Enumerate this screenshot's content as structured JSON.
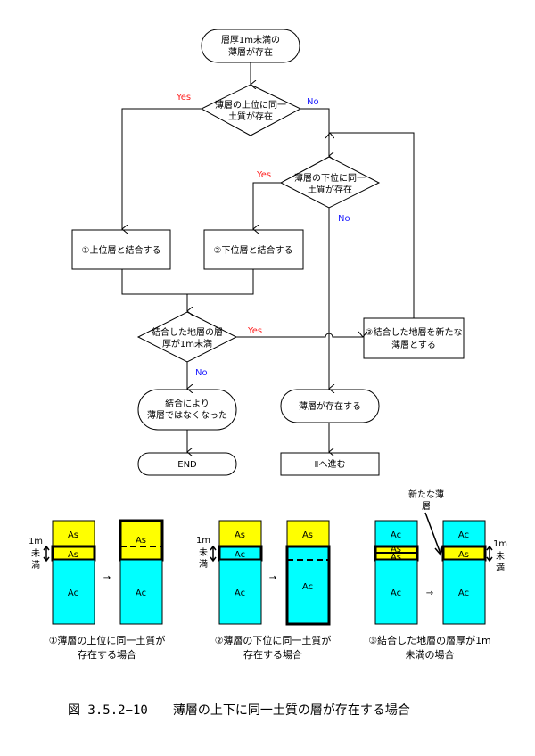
{
  "flowchart": {
    "start": [
      "層厚1m未満の",
      "薄層が存在"
    ],
    "decision_upper": [
      "薄層の上位に同一",
      "土質が存在"
    ],
    "decision_lower": [
      "薄層の下位に同一",
      "土質が存在"
    ],
    "decision_thickness": [
      "結合した地層の層",
      "厚が1m未満"
    ],
    "box_upper_merge": "①上位層と結合する",
    "box_lower_merge": "②下位層と結合する",
    "box_new_layer": [
      "③結合した地層を新たな",
      "薄層とする"
    ],
    "term_no_longer_thin": [
      "結合により",
      "薄層ではなくなった"
    ],
    "term_end": "END",
    "term_thin_exists": "薄層が存在する",
    "box_goto_ii": "Ⅱへ進む",
    "yes": "Yes",
    "no": "No"
  },
  "illustrations": {
    "colors": {
      "As": "#ffff00",
      "Ac": "#00ffff"
    },
    "label_as": "As",
    "label_ac": "Ac",
    "arrow": "→",
    "thickness_label": [
      "1m",
      "未",
      "満"
    ],
    "new_layer_label": [
      "新たな薄",
      "層"
    ],
    "captions": [
      [
        "①薄層の上位に同一土質が",
        "存在する場合"
      ],
      [
        "②薄層の下位に同一土質が",
        "存在する場合"
      ],
      [
        "③結合した地層の層厚が1m",
        "未満の場合"
      ]
    ]
  },
  "figure_title": "図 3.5.2−10　　薄層の上下に同一土質の層が存在する場合"
}
